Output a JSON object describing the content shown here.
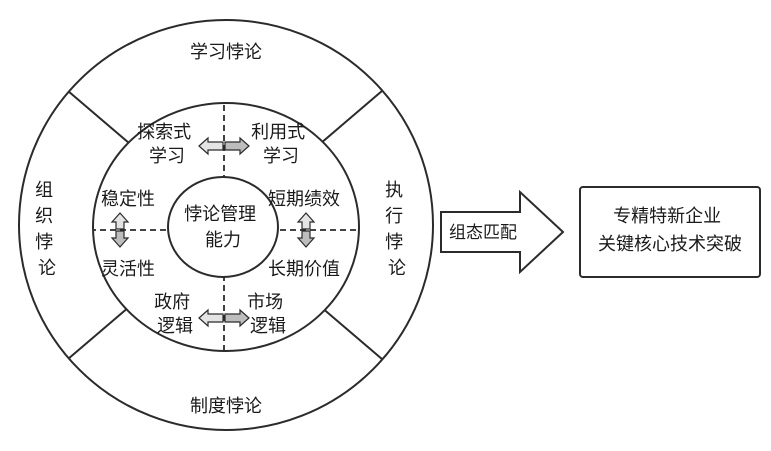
{
  "outer_ring": {
    "top_label": "学习悖论",
    "bottom_label": "制度悖论",
    "left_label": [
      "组",
      "织",
      "悖",
      "论"
    ],
    "right_label": [
      "执",
      "行",
      "悖",
      "论"
    ]
  },
  "middle_ring": {
    "top_left": [
      "探索式",
      "学习"
    ],
    "top_right": [
      "利用式",
      "学习"
    ],
    "left_top": "稳定性",
    "left_bottom": "灵活性",
    "right_top": "短期绩效",
    "right_bottom": "长期价值",
    "bottom_left": [
      "政府",
      "逻辑"
    ],
    "bottom_right": [
      "市场",
      "逻辑"
    ]
  },
  "center": [
    "悖论管理",
    "能力"
  ],
  "arrow_label": "组态匹配",
  "result_box": [
    "专精特新企业",
    "关键核心技术突破"
  ],
  "colors": {
    "stroke": "#2b2b2b",
    "arrow_fill": "#bdbdbd",
    "arrow_light": "#e4e4e4",
    "text": "#1a1a1a"
  }
}
